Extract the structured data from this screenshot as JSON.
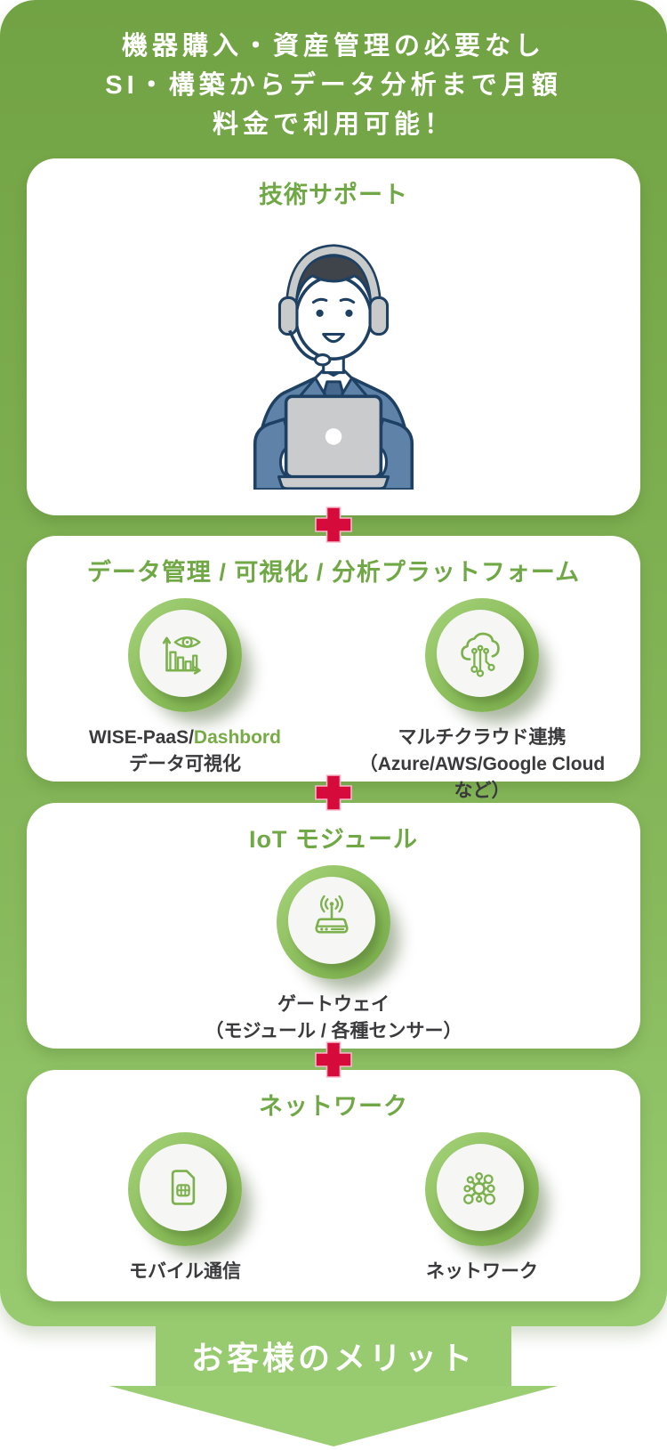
{
  "header": {
    "line1": "機器購入・資産管理の必要なし",
    "line2": "SI・構築からデータ分析まで月額",
    "line3": "料金で利用可能！"
  },
  "cards": [
    {
      "title": "技術サポート",
      "illustration": "support-agent-with-headset-at-laptop"
    },
    {
      "title": "データ管理 / 可視化 / 分析プラットフォーム",
      "items": [
        {
          "icon": "data-visualization-icon",
          "label_prefix": "WISE-PaaS/",
          "label_accent": "Dashbord",
          "sublabel": "データ可視化"
        },
        {
          "icon": "multi-cloud-icon",
          "label": "マルチクラウド連携",
          "sublabel": "（Azure/AWS/Google Cloud など）"
        }
      ]
    },
    {
      "title": "IoT モジュール",
      "items": [
        {
          "icon": "iot-gateway-icon",
          "label": "ゲートウェイ",
          "sublabel": "（モジュール / 各種センサー）"
        }
      ]
    },
    {
      "title": "ネットワーク",
      "items": [
        {
          "icon": "sim-card-icon",
          "label": "モバイル通信"
        },
        {
          "icon": "network-hub-icon",
          "label": "ネットワーク"
        }
      ]
    }
  ],
  "separators": {
    "symbol": "plus",
    "count": 3,
    "color": "#D60B3C"
  },
  "footer": {
    "arrow_label": "お客様のメリット"
  },
  "colors": {
    "background_top": "#71A243",
    "background_bottom": "#98CB70",
    "card_background": "#FFFFFF",
    "title_green": "#6FA845",
    "accent_green": "#76AB46",
    "icon_stroke_green": "#7CB14E",
    "badge_ring_green": "#8BBD5B",
    "text_dark": "#3A3A3C",
    "plus_red": "#D60B3C",
    "header_text": "#FFFFFF"
  }
}
